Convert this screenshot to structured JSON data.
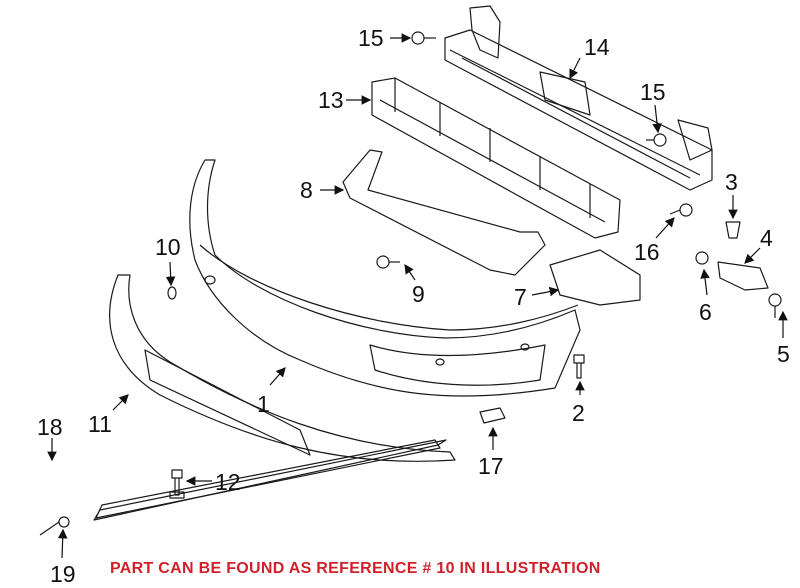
{
  "diagram": {
    "callouts": [
      {
        "id": "c1",
        "label": "1"
      },
      {
        "id": "c2",
        "label": "2"
      },
      {
        "id": "c3",
        "label": "3"
      },
      {
        "id": "c4",
        "label": "4"
      },
      {
        "id": "c5",
        "label": "5"
      },
      {
        "id": "c6",
        "label": "6"
      },
      {
        "id": "c7",
        "label": "7"
      },
      {
        "id": "c8",
        "label": "8"
      },
      {
        "id": "c9",
        "label": "9"
      },
      {
        "id": "c10",
        "label": "10"
      },
      {
        "id": "c11",
        "label": "11"
      },
      {
        "id": "c12",
        "label": "12"
      },
      {
        "id": "c13",
        "label": "13"
      },
      {
        "id": "c14",
        "label": "14"
      },
      {
        "id": "c15a",
        "label": "15"
      },
      {
        "id": "c15b",
        "label": "15"
      },
      {
        "id": "c16",
        "label": "16"
      },
      {
        "id": "c17",
        "label": "17"
      },
      {
        "id": "c18",
        "label": "18"
      },
      {
        "id": "c19",
        "label": "19"
      }
    ]
  },
  "footer": {
    "note": "PART CAN BE FOUND AS REFERENCE # 10 IN ILLUSTRATION",
    "note_color": "#d2202a"
  }
}
